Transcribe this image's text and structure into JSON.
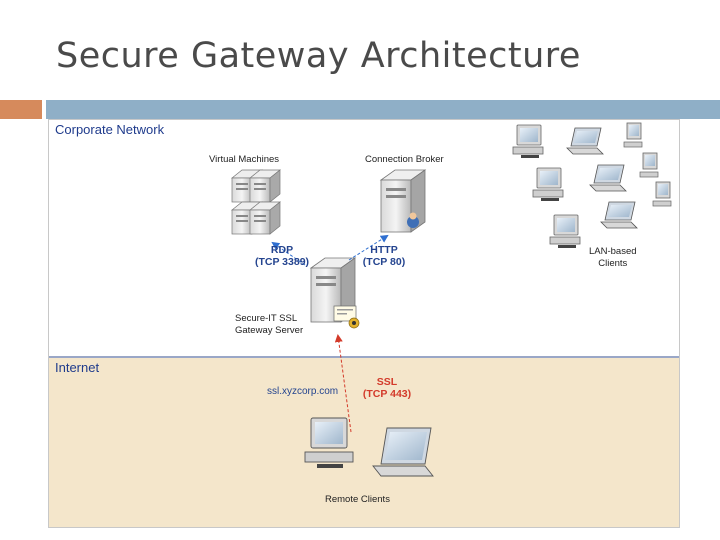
{
  "slide": {
    "title": "Secure Gateway Architecture"
  },
  "diagram": {
    "corporate_label": "Corporate Network",
    "internet_label": "Internet",
    "virtual_machines_label": "Virtual Machines",
    "connection_broker_label": "Connection Broker",
    "rdp_label_line1": "RDP",
    "rdp_label_line2": "(TCP 3389)",
    "http_label_line1": "HTTP",
    "http_label_line2": "(TCP 80)",
    "gateway_label_line1": "Secure-IT SSL",
    "gateway_label_line2": "Gateway Server",
    "lan_clients_line1": "LAN-based",
    "lan_clients_line2": "Clients",
    "url_label": "ssl.xyzcorp.com",
    "ssl_label_line1": "SSL",
    "ssl_label_line2": "(TCP 443)",
    "remote_clients_label": "Remote Clients"
  },
  "colors": {
    "title_text": "#4a4a4a",
    "bar_orange": "#d68a5c",
    "bar_blue": "#8fafc7",
    "internet_zone": "#f4e6cb",
    "rdp_http_arrow": "#2f6fd0",
    "ssl_arrow": "#d33a2a"
  },
  "icons": [
    "server-icon",
    "broker-server-icon",
    "gateway-server-icon",
    "certificate-icon",
    "desktop-pc-icon",
    "laptop-icon",
    "arrow-icon"
  ]
}
